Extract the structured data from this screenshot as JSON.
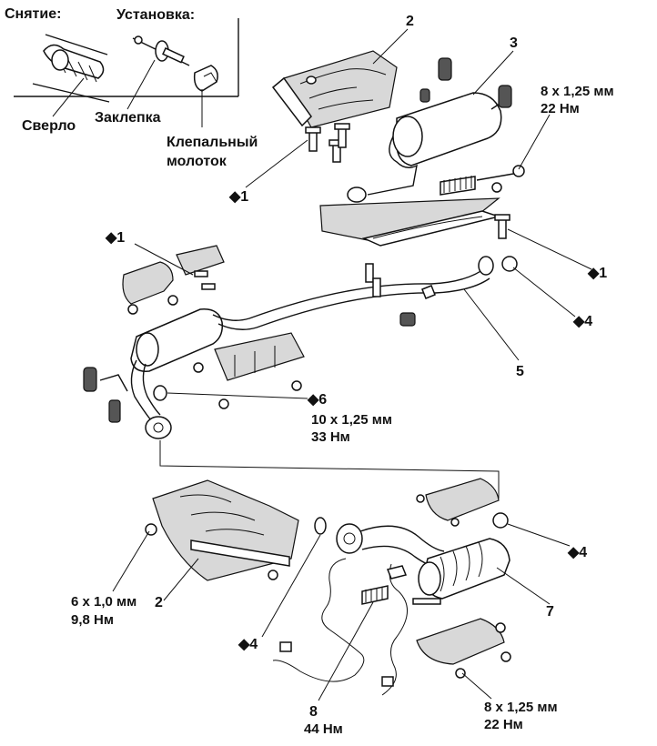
{
  "inset": {
    "removal_label": "Снятие:",
    "install_label": "Установка:",
    "drill_label": "Сверло",
    "rivet_label": "Заклепка",
    "riveter_label_line1": "Клепальный",
    "riveter_label_line2": "молоток"
  },
  "callouts": {
    "n2_top": "2",
    "n3": "3",
    "torque_top_right_size": "8 x 1,25 мм",
    "torque_top_right_value": "22 Нм",
    "d1_upper_left": "◆1",
    "d1_mid_left": "◆1",
    "d1_right": "◆1",
    "d4_right": "◆4",
    "n5": "5",
    "d6": "◆6",
    "torque_d6_size": "10 x 1,25 мм",
    "torque_d6_value": "33 Нм",
    "d4_lower_right": "◆4",
    "n7": "7",
    "torque_lower_left_size": "6 x 1,0 мм",
    "torque_lower_left_value": "9,8 Нм",
    "n2_bottom": "2",
    "d4_bottom": "◆4",
    "n8": "8",
    "torque_n8_value": "44 Нм",
    "torque_bottom_right_size": "8 x 1,25 мм",
    "torque_bottom_right_value": "22 Нм"
  }
}
